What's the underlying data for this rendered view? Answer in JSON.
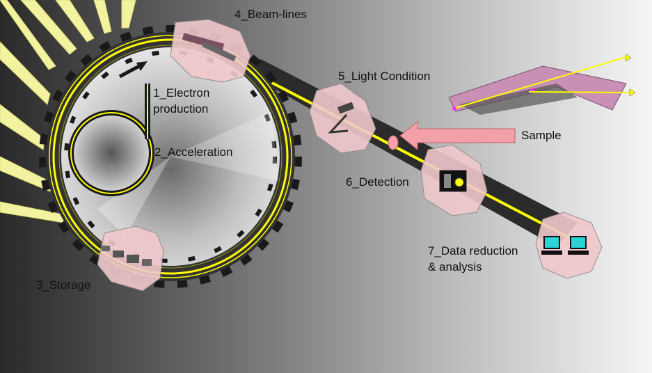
{
  "labels": {
    "electron_production_1": "1_Electron",
    "electron_production_2": "production",
    "acceleration": "2_Acceleration",
    "storage": "3_Storage",
    "beamlines": "4_Beam-lines",
    "light_condition": "5_Light Condition",
    "detection": "6_Detection",
    "data_reduction_1": "7_Data reduction",
    "data_reduction_2": "& analysis",
    "sample": "Sample"
  },
  "colors": {
    "beam": "#ffff00",
    "ring_track": "#333333",
    "module_fill": "#f0c8cc",
    "sample_arrow": "#f4a0a8",
    "light_rays": "#f2f2a0",
    "beamline_bench": "#c890b4"
  }
}
